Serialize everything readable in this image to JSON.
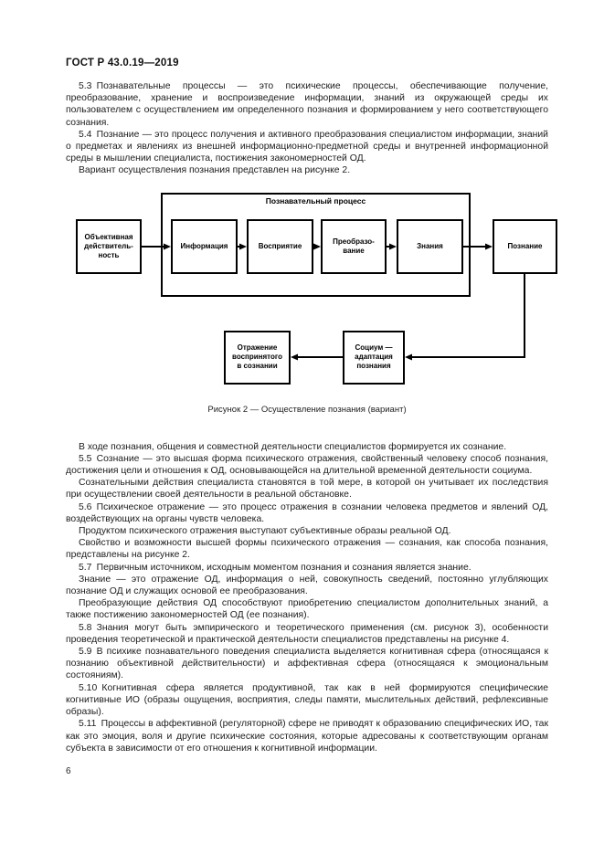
{
  "page": {
    "doc_number": "ГОСТ Р 43.0.19—2019",
    "page_number": "6"
  },
  "paragraphs_before": [
    "5.3 Познавательные процессы — это психические процессы, обеспечивающие получение, преобразование, хранение и воспроизведение информации, знаний из окружающей среды их пользователем с осуществлением им определенного познания и формированием у него соответствующего сознания.",
    "5.4 Познание — это процесс получения и активного преобразования специалистом информации, знаний о предметах и явлениях из внешней информационно-предметной среды и внутренней информационной среды в мышлении специалиста, постижения закономерностей ОД.",
    "Вариант осуществления познания представлен на рисунке 2."
  ],
  "figure": {
    "process_label": "Познавательный процесс",
    "boxes": {
      "objective_reality": "Объективная\nдействитель-\nность",
      "information": "Информация",
      "perception": "Восприятие",
      "transformation": "Преобразо-\nвание",
      "knowledge": "Знания",
      "cognition": "Познание",
      "reflection": "Отражение\nвоспринятого\nв сознании",
      "socium": "Социум —\nадаптация\nпознания"
    },
    "caption": "Рисунок 2 — Осуществление познания (вариант)"
  },
  "paragraphs_after": [
    "В ходе познания, общения и совместной деятельности специалистов формируется их сознание.",
    "5.5 Сознание — это высшая форма психического отражения, свойственный человеку способ познания, достижения цели и отношения к ОД, основывающейся на длительной временной деятельности социума.",
    "Сознательными действия специалиста становятся в той мере, в которой он учитывает их последствия при осуществлении своей деятельности в реальной обстановке.",
    "5.6 Психическое отражение — это процесс отражения в сознании человека предметов и явлений ОД, воздействующих на органы чувств человека.",
    "Продуктом психического отражения выступают субъективные образы реальной ОД.",
    "Свойство и возможности высшей формы психического отражения — сознания, как способа познания, представлены на рисунке 2.",
    "5.7 Первичным источником, исходным моментом познания и сознания является знание.",
    "Знание — это отражение ОД, информация о ней, совокупность сведений, постоянно углубляющих познание ОД и служащих основой ее преобразования.",
    "Преобразующие действия ОД способствуют приобретению специалистом дополнительных знаний, а также постижению закономерностей ОД (ее познания).",
    "5.8 Знания могут быть эмпирического и теоретического применения (см. рисунок 3), особенности проведения теоретической и практической деятельности специалистов представлены на рисунке 4.",
    "5.9 В психике познавательного поведения специалиста выделяется когнитивная сфера (относящаяся к познанию объективной действительности) и аффективная сфера (относящаяся к эмоциональным состояниям).",
    "5.10 Когнитивная сфера является продуктивной, так как в ней формируются специфические когнитивные ИО (образы ощущения, восприятия, следы памяти, мыслительных действий, рефлексивные образы).",
    "5.11 Процессы в аффективной (регуляторной) сфере не приводят к образованию специфических ИО, так как это эмоция, воля и другие психические состояния, которые адресованы к соответствующим органам субъекта в зависимости от его отношения к когнитивной информации."
  ]
}
